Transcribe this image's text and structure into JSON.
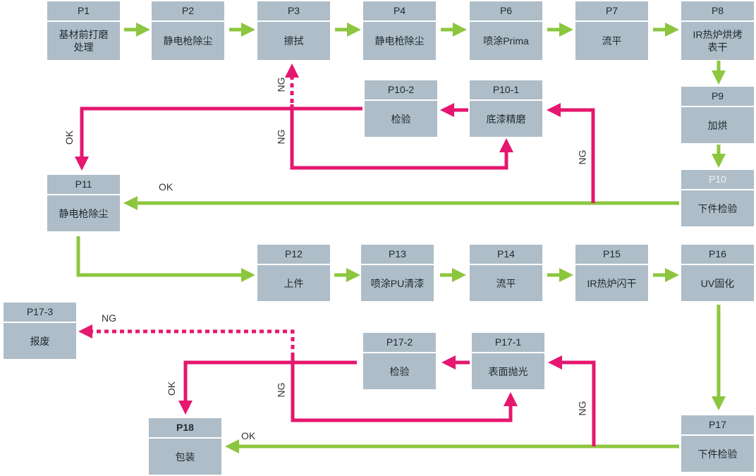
{
  "colors": {
    "ok_arrow": "#8cc63f",
    "ng_arrow": "#e5176f",
    "box_fill": "#aebdc8",
    "text": "#1e2a33"
  },
  "steps": {
    "p1": {
      "code": "P1",
      "name": "基材前打磨\n处理"
    },
    "p2": {
      "code": "P2",
      "name": "静电枪除尘"
    },
    "p3": {
      "code": "P3",
      "name": "擦拭"
    },
    "p4": {
      "code": "P4",
      "name": "静电枪除尘"
    },
    "p6": {
      "code": "P6",
      "name": "喷涂Prima"
    },
    "p7": {
      "code": "P7",
      "name": "流平"
    },
    "p8": {
      "code": "P8",
      "name": "IR热炉烘烤\n表干"
    },
    "p9": {
      "code": "P9",
      "name": "加烘"
    },
    "p10": {
      "code": "P10",
      "name": "下件检验"
    },
    "p10_1": {
      "code": "P10-1",
      "name": "底漆精磨"
    },
    "p10_2": {
      "code": "P10-2",
      "name": "检验"
    },
    "p11": {
      "code": "P11",
      "name": "静电枪除尘"
    },
    "p12": {
      "code": "P12",
      "name": "上件"
    },
    "p13": {
      "code": "P13",
      "name": "喷涂PU清漆"
    },
    "p14": {
      "code": "P14",
      "name": "流平"
    },
    "p15": {
      "code": "P15",
      "name": "IR热炉闪干"
    },
    "p16": {
      "code": "P16",
      "name": "UV固化"
    },
    "p17": {
      "code": "P17",
      "name": "下件检验"
    },
    "p17_1": {
      "code": "P17-1",
      "name": "表面抛光"
    },
    "p17_2": {
      "code": "P17-2",
      "name": "检验"
    },
    "p17_3": {
      "code": "P17-3",
      "name": "报废"
    },
    "p18": {
      "code": "P18",
      "name": "包装"
    }
  },
  "labels": {
    "ng_p3_up": "NG",
    "ng_p3_loop": "NG",
    "ok_p10_2": "OK",
    "ng_p10": "NG",
    "ok_p10": "OK",
    "ng_scrap": "NG",
    "ok_p17_2": "OK",
    "ng_p17_2": "NG",
    "ng_p17": "NG",
    "ok_p17": "OK"
  }
}
